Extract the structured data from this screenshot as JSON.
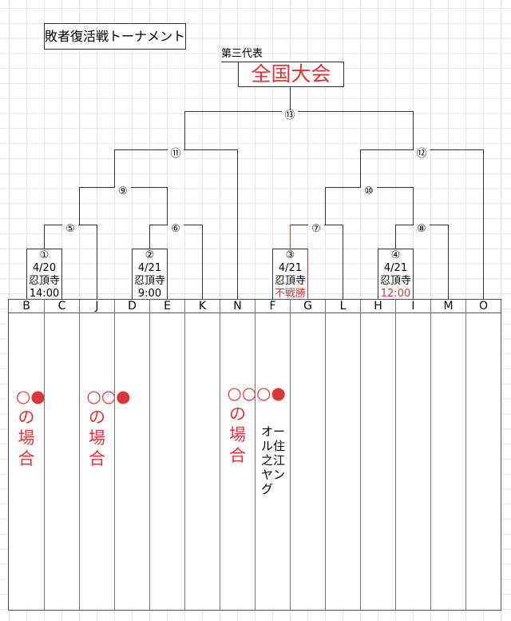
{
  "title": "敗者復活戦トーナメント",
  "rep_label": "第三代表",
  "final_dest": "全国大会",
  "match_labels": {
    "m5": "⑤",
    "m6": "⑥",
    "m7": "⑦",
    "m8": "⑧",
    "m9": "⑨",
    "m10": "⑩",
    "m11": "⑪",
    "m12": "⑫",
    "m13": "⑬"
  },
  "matches": [
    {
      "num": "①",
      "date": "4/20",
      "venue": "忍頂寺",
      "time": "14:00"
    },
    {
      "num": "②",
      "date": "4/21",
      "venue": "忍頂寺",
      "time": "9:00"
    },
    {
      "num": "③",
      "date": "4/21",
      "venue": "忍頂寺",
      "time": "不戦勝"
    },
    {
      "num": "④",
      "date": "4/21",
      "venue": "忍頂寺",
      "time": "12:00"
    }
  ],
  "columns": [
    "B",
    "C",
    "J",
    "D",
    "E",
    "K",
    "N",
    "F",
    "G",
    "L",
    "H",
    "I",
    "M",
    "O"
  ],
  "notes": {
    "B": "○●の場合",
    "J": "○○●の場合",
    "N": "○○○●の場合",
    "F": "オール住之江ヤング"
  },
  "colors": {
    "red": "#d8373a"
  }
}
